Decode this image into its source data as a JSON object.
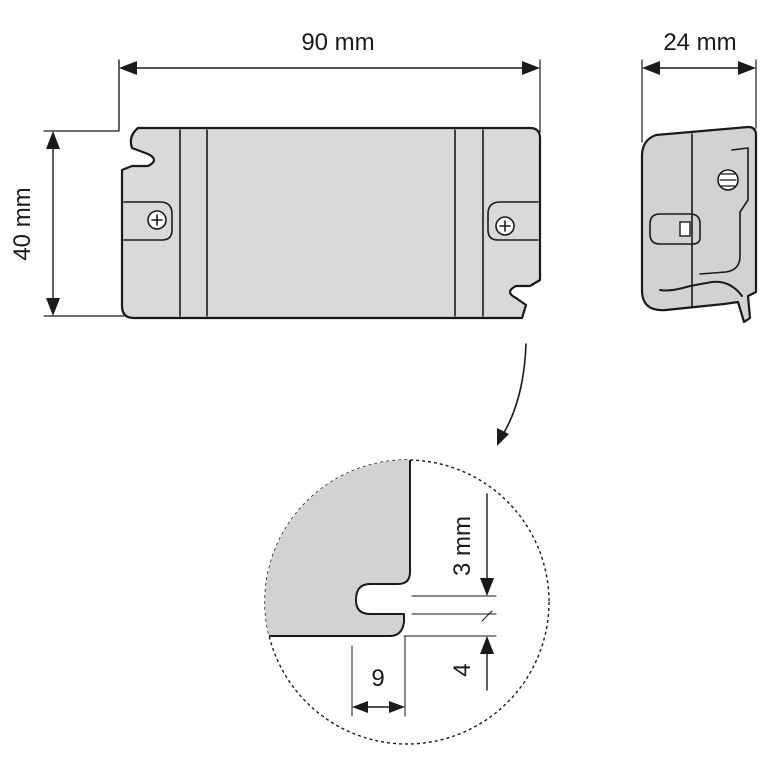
{
  "dimensions": {
    "length_label": "90 mm",
    "height_label": "40 mm",
    "depth_label": "24 mm",
    "slot_depth_label": "3 mm",
    "slot_width_label": "4",
    "slot_inset_label": "9"
  }
}
